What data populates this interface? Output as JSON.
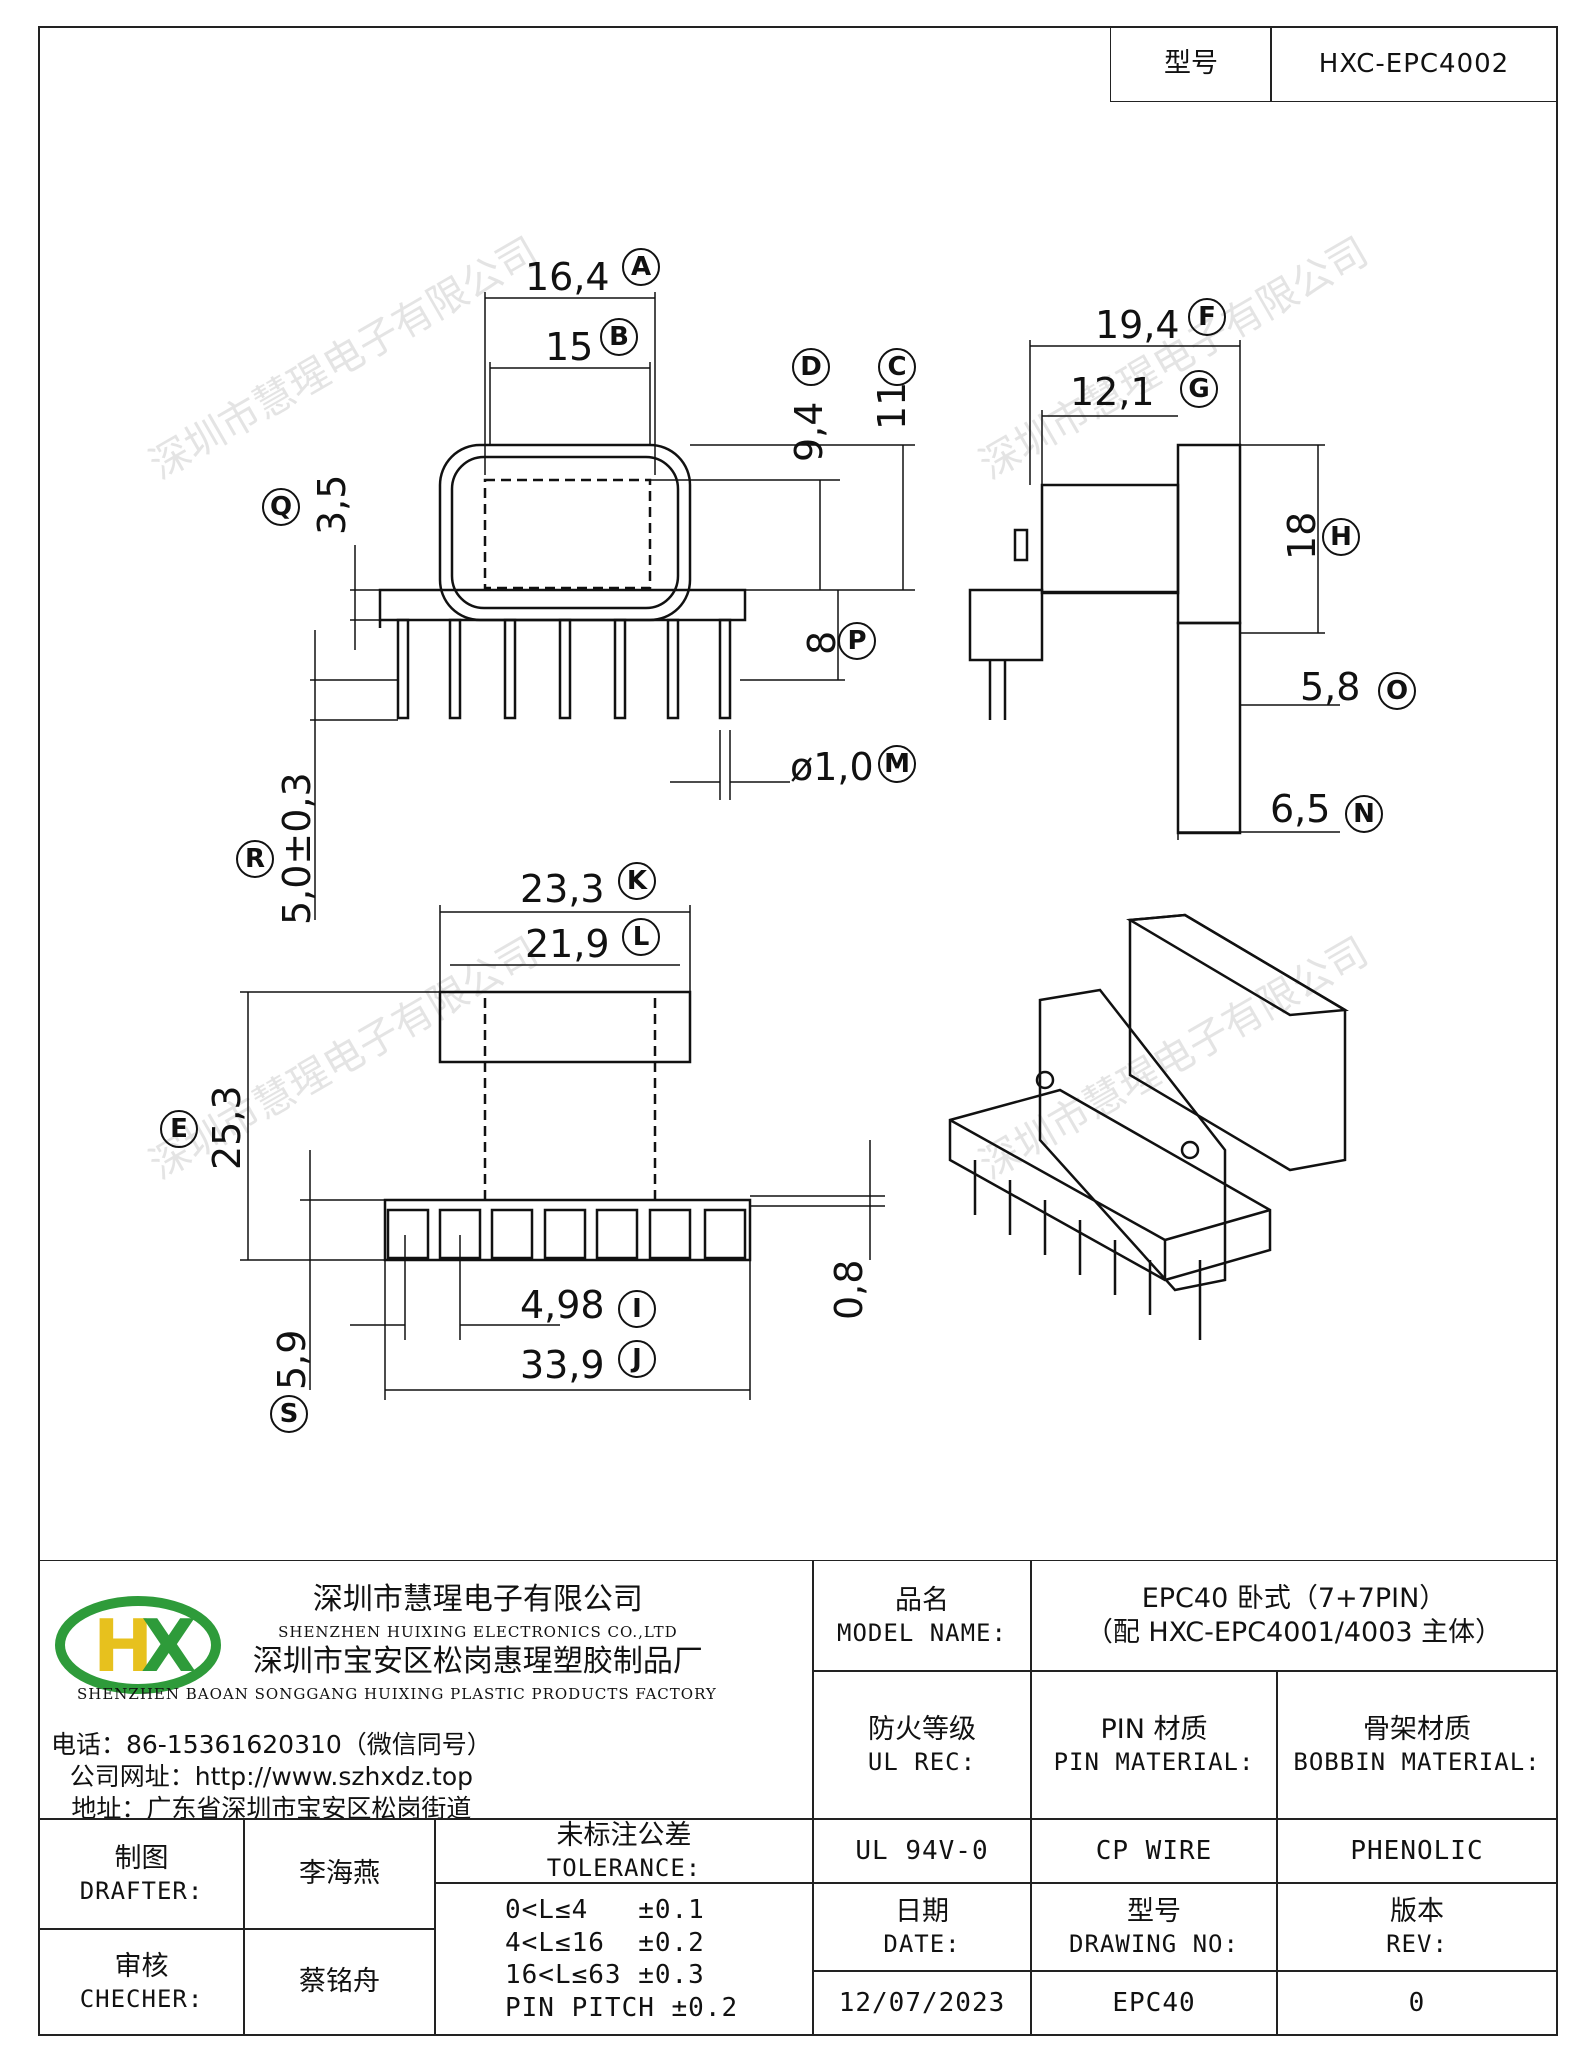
{
  "header": {
    "model_label": "型号",
    "model_value": "HXC-EPC4002"
  },
  "watermark": "深圳市慧瑆电子有限公司",
  "dimensions": {
    "A": "16,4",
    "B": "15",
    "C": "11",
    "D": "9,4",
    "E": "25,3",
    "F": "19,4",
    "G": "12,1",
    "H": "18",
    "I": "4,98",
    "J": "33,9",
    "K": "23,3",
    "L": "21,9",
    "M": "ø1,0",
    "N": "6,5",
    "O": "5,8",
    "P": "8",
    "Q": "3,5",
    "R": "5,0±0,3",
    "S": "5,9",
    "T": "0,8"
  },
  "dim_letters": [
    "A",
    "B",
    "C",
    "D",
    "E",
    "F",
    "G",
    "H",
    "I",
    "J",
    "K",
    "L",
    "M",
    "N",
    "O",
    "P",
    "Q",
    "R",
    "S"
  ],
  "company": {
    "logo_text": "HX",
    "name_cn": "深圳市慧瑆电子有限公司",
    "name_en": "SHENZHEN HUIXING ELECTRONICS CO.,LTD",
    "factory_cn": "深圳市宝安区松岗惠瑆塑胶制品厂",
    "factory_en": "SHENZHEN BAOAN SONGGANG HUIXING PLASTIC PRODUCTS FACTORY",
    "phone": "电话：86-15361620310（微信同号）",
    "website": "公司网址：http://www.szhxdz.top",
    "address": "地址：广东省深圳市宝安区松岗街道"
  },
  "title_block": {
    "model_name_cn": "品名",
    "model_name_en": "MODEL NAME:",
    "model_name_value_1": "EPC40 卧式（7+7PIN）",
    "model_name_value_2": "（配 HXC-EPC4001/4003 主体）",
    "ul_rec_cn": "防火等级",
    "ul_rec_en": "UL REC:",
    "pin_material_cn": "PIN 材质",
    "pin_material_en": "PIN MATERIAL:",
    "bobbin_material_cn": "骨架材质",
    "bobbin_material_en": "BOBBIN MATERIAL:",
    "ul_value": "UL 94V-0",
    "pin_value": "CP WIRE",
    "bobbin_value": "PHENOLIC",
    "drafter_cn": "制图",
    "drafter_en": "DRAFTER:",
    "drafter_name": "李海燕",
    "checker_cn": "审核",
    "checker_en": "CHECHER:",
    "checker_name": "蔡铭舟",
    "tolerance_cn": "未标注公差",
    "tolerance_en": "TOLERANCE:",
    "tolerance_lines": [
      "0<L≤4   ±0.1",
      "4<L≤16  ±0.2",
      "16<L≤63 ±0.3",
      "PIN PITCH ±0.2"
    ],
    "date_cn": "日期",
    "date_en": "DATE:",
    "drawing_no_cn": "型号",
    "drawing_no_en": "DRAWING NO:",
    "rev_cn": "版本",
    "rev_en": "REV:",
    "date_value": "12/07/2023",
    "drawing_no_value": "EPC40",
    "rev_value": "0"
  }
}
